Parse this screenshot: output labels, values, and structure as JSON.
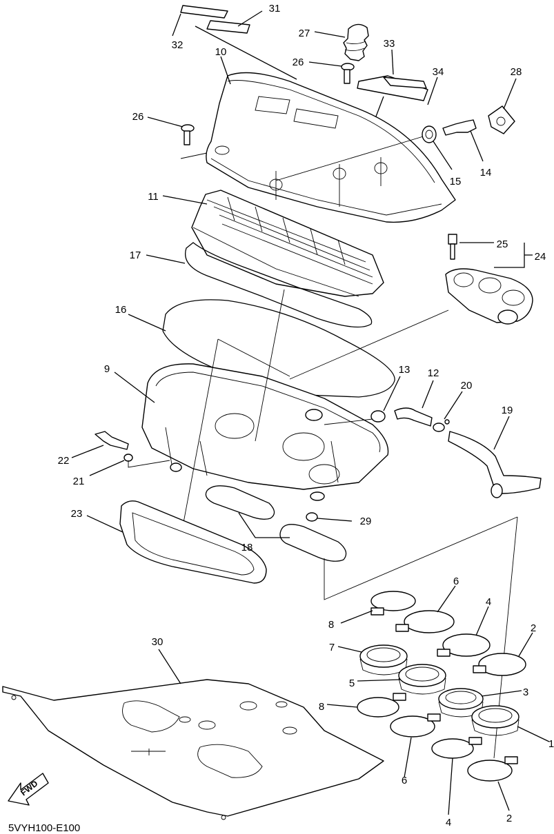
{
  "diagram": {
    "code": "5VYH100-E100",
    "fwd_label": "FWD",
    "callouts": [
      {
        "id": "c31a",
        "text": "31"
      },
      {
        "id": "c32",
        "text": "32"
      },
      {
        "id": "c27",
        "text": "27"
      },
      {
        "id": "c33",
        "text": "33"
      },
      {
        "id": "c10",
        "text": "10"
      },
      {
        "id": "c26a",
        "text": "26"
      },
      {
        "id": "c34",
        "text": "34"
      },
      {
        "id": "c28",
        "text": "28"
      },
      {
        "id": "c26b",
        "text": "26"
      },
      {
        "id": "c15",
        "text": "15"
      },
      {
        "id": "c14",
        "text": "14"
      },
      {
        "id": "c11",
        "text": "11"
      },
      {
        "id": "c25",
        "text": "25"
      },
      {
        "id": "c24",
        "text": "24"
      },
      {
        "id": "c17",
        "text": "17"
      },
      {
        "id": "c16",
        "text": "16"
      },
      {
        "id": "c9",
        "text": "9"
      },
      {
        "id": "c13",
        "text": "13"
      },
      {
        "id": "c12",
        "text": "12"
      },
      {
        "id": "c20",
        "text": "20"
      },
      {
        "id": "c19",
        "text": "19"
      },
      {
        "id": "c22",
        "text": "22"
      },
      {
        "id": "c21",
        "text": "21"
      },
      {
        "id": "c23",
        "text": "23"
      },
      {
        "id": "c29",
        "text": "29"
      },
      {
        "id": "c18",
        "text": "18"
      },
      {
        "id": "c6a",
        "text": "6"
      },
      {
        "id": "c4a",
        "text": "4"
      },
      {
        "id": "c8a",
        "text": "8"
      },
      {
        "id": "c2a",
        "text": "2"
      },
      {
        "id": "c7",
        "text": "7"
      },
      {
        "id": "c30",
        "text": "30"
      },
      {
        "id": "c5",
        "text": "5"
      },
      {
        "id": "c3",
        "text": "3"
      },
      {
        "id": "c8b",
        "text": "8"
      },
      {
        "id": "c1",
        "text": "1"
      },
      {
        "id": "c6b",
        "text": "6"
      },
      {
        "id": "c4b",
        "text": "4"
      },
      {
        "id": "c2b",
        "text": "2"
      }
    ]
  }
}
